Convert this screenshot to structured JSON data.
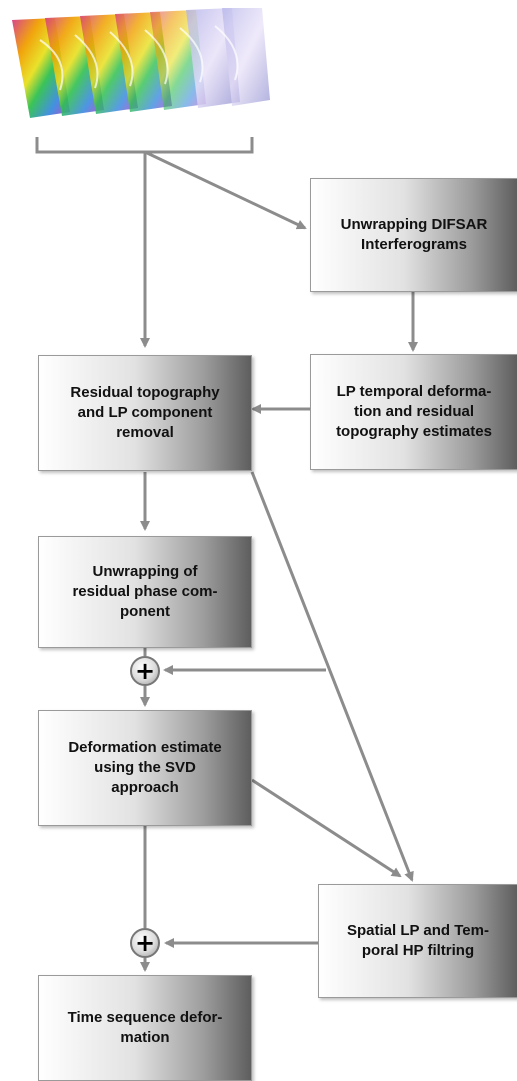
{
  "colors": {
    "arrow": "#8c8c8c",
    "box_dark": "#5e5e5e",
    "box_light": "#ffffff"
  },
  "thumbnail": {
    "description_icon": "interferogram-stack-icon"
  },
  "boxes": {
    "unwrap_difsar": "Unwrapping DIFSAR\nInterferograms",
    "lp_temporal": "LP temporal deforma-\ntion and residual\ntopography estimates",
    "residual_topo": "Residual topography\nand LP component\nremoval",
    "unwrap_residual": "Unwrapping of\nresidual phase com-\nponent",
    "svd": "Deformation estimate\nusing the SVD\napproach",
    "spatial_lp": "Spatial LP and Tem-\nporal HP filtring",
    "time_seq": "Time sequence defor-\nmation"
  },
  "operators": {
    "sum_symbol": "+"
  }
}
